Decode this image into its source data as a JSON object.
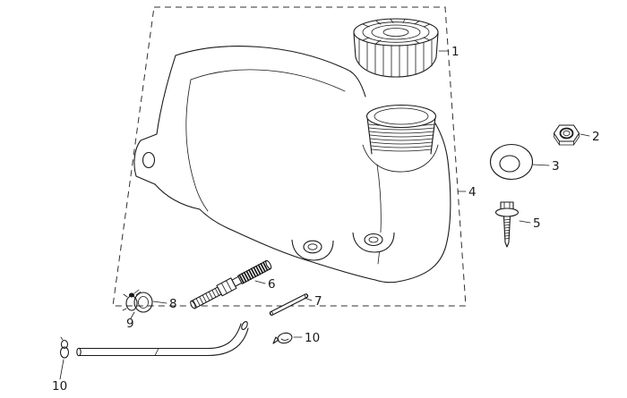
{
  "canvas": {
    "background": "#ffffff",
    "line_color": "#1a1a1a"
  },
  "labels": {
    "part1": "1",
    "part2": "2",
    "part3": "3",
    "part4": "4",
    "part5": "5",
    "part6": "6",
    "part7": "7",
    "part8": "8",
    "part9": "9",
    "part10a": "10",
    "part10b": "10"
  }
}
